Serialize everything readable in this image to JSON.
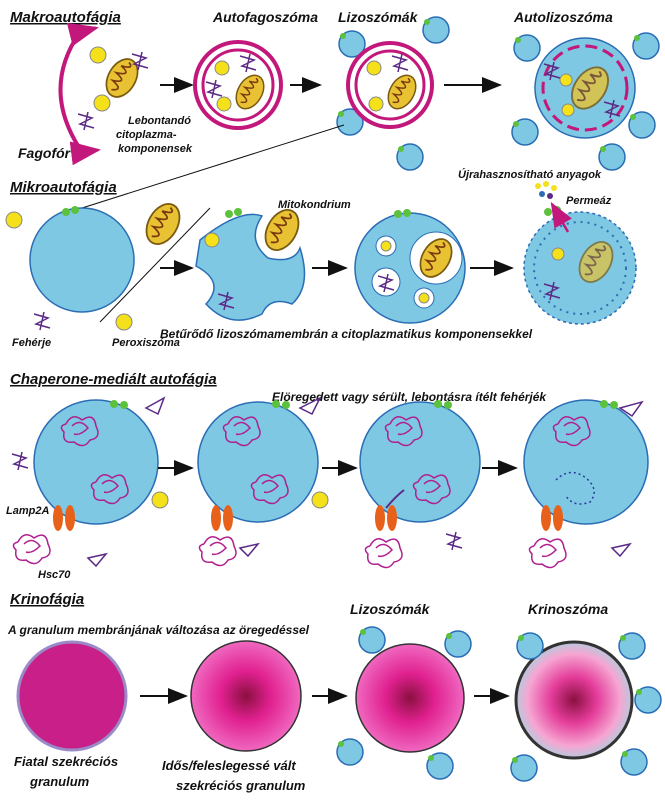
{
  "sections": {
    "macro": "Makroautofágia",
    "micro": "Mikroautofágia",
    "cma": "Chaperone-mediált autofágia",
    "krino": "Krinofágia"
  },
  "macro": {
    "autophagosome": "Autofagoszóma",
    "lysosomes": "Lizoszómák",
    "autolysosome": "Autolizoszóma",
    "phagophore": "Fagofór",
    "cargo_line1": "Lebontandó",
    "cargo_line2": "citoplazma-",
    "cargo_line3": "komponensek",
    "recycled": "Újrahasznosítható anyagok",
    "permease": "Permeáz"
  },
  "micro": {
    "mitochondrion": "Mitokondrium",
    "protein": "Fehérje",
    "peroxisome": "Peroxiszóma",
    "invagination": "Betűrődő lizoszómamembrán a citoplazmatikus komponensekkel"
  },
  "cma": {
    "damaged": "Elöregedett vagy sérült, lebontásra ítélt fehérjék",
    "lamp2a": "Lamp2A",
    "hsc70": "Hsc70"
  },
  "krino": {
    "membrane_change": "A granulum membránjának változása az öregedéssel",
    "lysosomes": "Lizoszómák",
    "crinosome": "Krinoszóma",
    "young_line1": "Fiatal szekréciós",
    "young_line2": "granulum",
    "old_line1": "Idős/feleslegessé vált",
    "old_line2": "szekréciós granulum"
  },
  "colors": {
    "lysosome": "#7ec8e3",
    "lysosome_edge": "#2a6db5",
    "membrane": "#c2187b",
    "mito": "#e8c233",
    "peroxisome": "#f4e11a",
    "green": "#5cc13c",
    "protein": "#5b2a86",
    "hsc70": "#b0208f",
    "lamp2a": "#e8611a",
    "granule": "#c81f88"
  }
}
